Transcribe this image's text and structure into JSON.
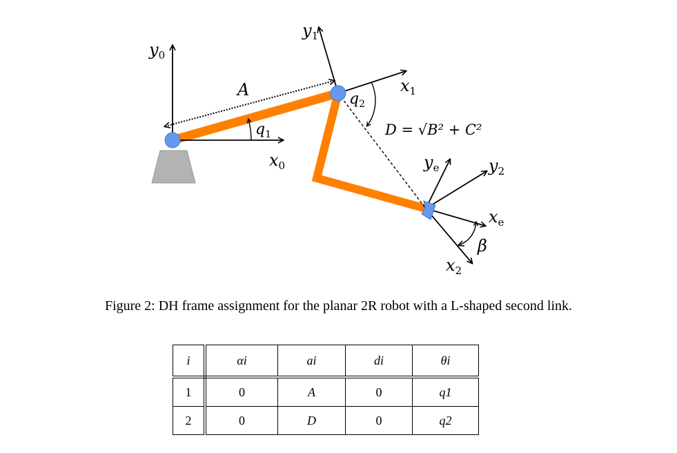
{
  "figure": {
    "labels": {
      "y0": "y",
      "y0_sub": "0",
      "x0": "x",
      "x0_sub": "0",
      "y1": "y",
      "y1_sub": "1",
      "x1": "x",
      "x1_sub": "1",
      "ye": "y",
      "ye_sub": "e",
      "xe": "x",
      "xe_sub": "e",
      "y2": "y",
      "y2_sub": "2",
      "x2": "x",
      "x2_sub": "2",
      "A": "A",
      "q1": "q",
      "q1_sub": "1",
      "q2": "q",
      "q2_sub": "2",
      "beta": "β",
      "D_eq": "D = √B² + C²"
    },
    "colors": {
      "link": "#ff8000",
      "joint": "#6699ee",
      "base": "#b3b3b3"
    }
  },
  "caption": "Figure 2: DH frame assignment for the planar 2R robot with a L-shaped second link.",
  "table": {
    "headers": [
      "i",
      "αi",
      "ai",
      "di",
      "θi"
    ],
    "rows": [
      [
        "1",
        "0",
        "A",
        "0",
        "q1"
      ],
      [
        "2",
        "0",
        "D",
        "0",
        "q2"
      ]
    ]
  }
}
